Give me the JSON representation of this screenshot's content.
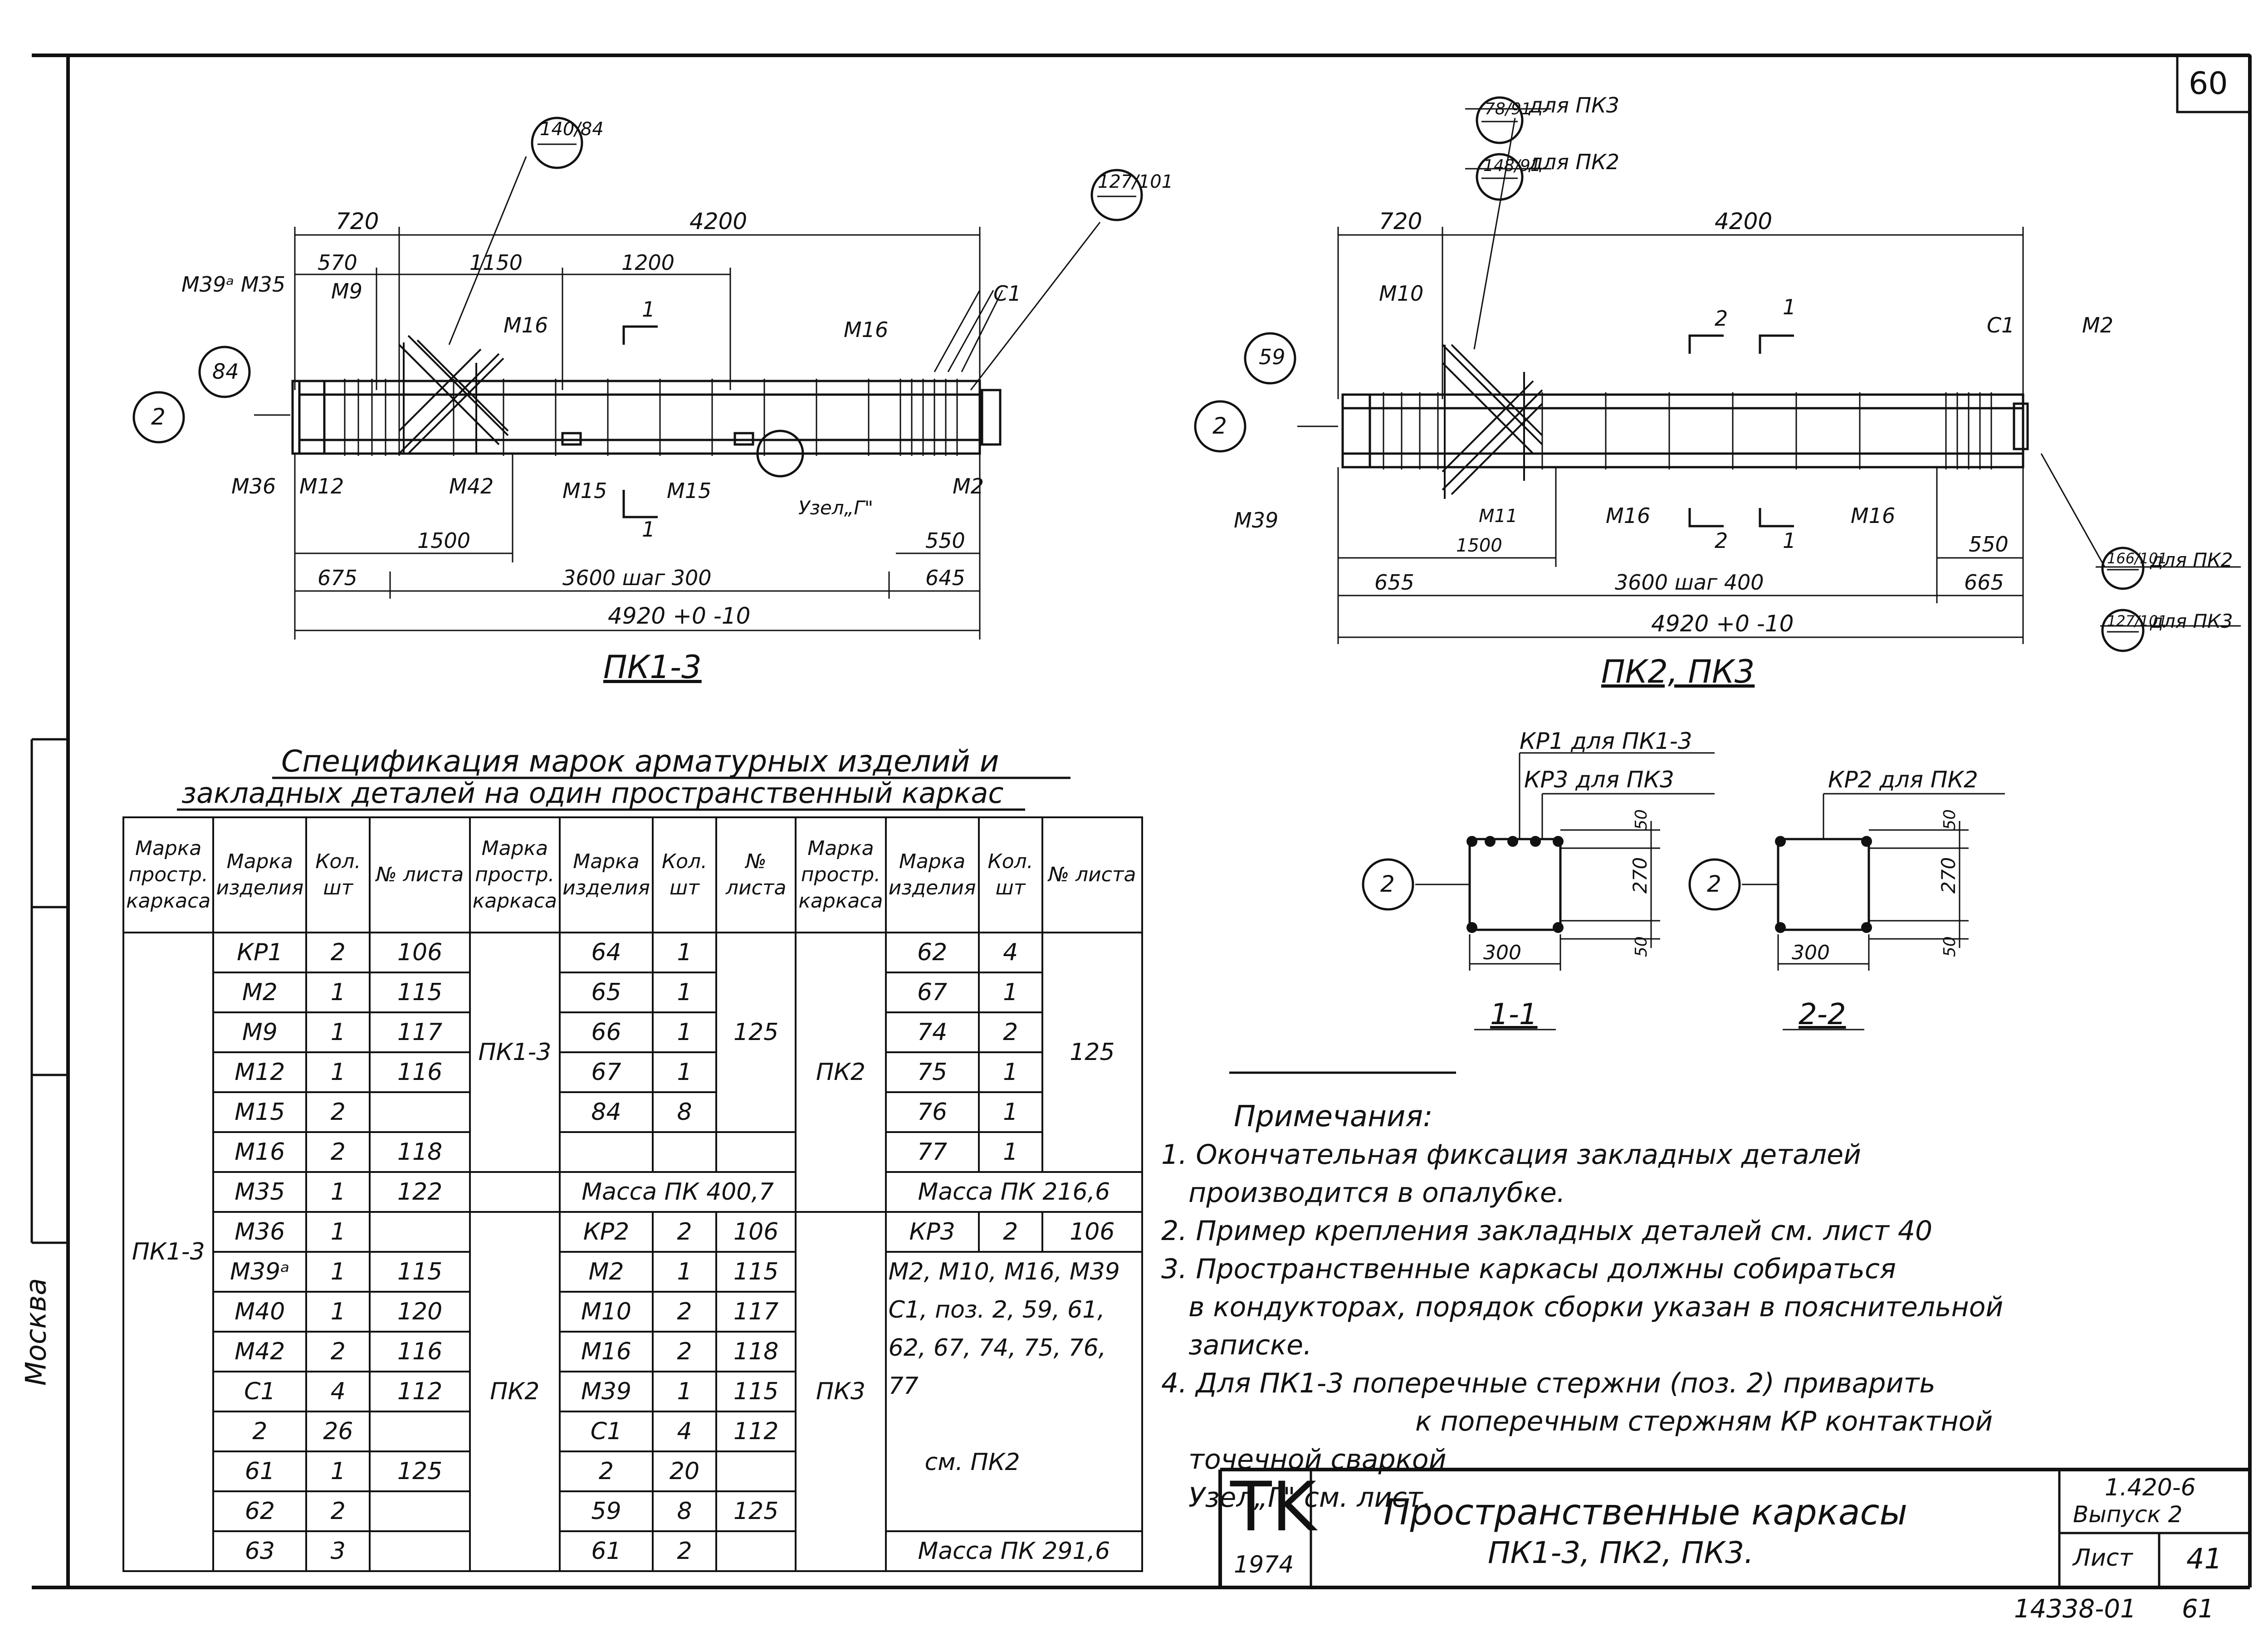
{
  "sheet": {
    "page_number": "60",
    "stamp_tk": "TK",
    "stamp_year": "1974",
    "title_line1": "Пространственные каркасы",
    "title_line2": "ПК1-3, ПК2, ПК3.",
    "series": "1.420-6",
    "issue": "Выпуск 2",
    "sheet_label": "Лист",
    "sheet_number": "41",
    "inventory_code": "14338-01",
    "inventory_page": "61",
    "left_margin_city": "Москва"
  },
  "drawing_left": {
    "caption": "ПК1-3",
    "dims": {
      "d720": "720",
      "d4200": "4200",
      "d570": "570",
      "d1150": "1150",
      "d1200": "1200",
      "d1500": "1500",
      "d550": "550",
      "d675": "675",
      "d3600": "3600 шаг 300",
      "d645": "645",
      "d4920": "4920 +0 -10"
    },
    "callout_top": "140/84",
    "callout_right": "127/101",
    "circle_84": "84",
    "circle_2": "2",
    "labels": {
      "m39a_m35": "М39ᵃ М35",
      "m9": "М9",
      "m16_a": "М16",
      "m16_b": "М16",
      "c1": "С1",
      "m36": "М36",
      "m12": "М12",
      "m42": "М42",
      "m15_a": "М15",
      "m15_b": "М15",
      "m2": "М2",
      "node_g": "Узел„Г\"",
      "section_1": "1"
    }
  },
  "drawing_right": {
    "caption": "ПК2, ПК3",
    "dims": {
      "d720": "720",
      "d4200": "4200",
      "d1500": "1500",
      "d550": "550",
      "d655": "655",
      "d3600": "3600 шаг 400",
      "d665": "665",
      "d4920": "4920 +0 -10"
    },
    "callout_pk3_top": "78/91",
    "callout_pk3_top_label": "для ПК3",
    "callout_pk2_top": "148/91",
    "callout_pk2_top_label": "для ПК2",
    "callout_pk2_bottom": "166/101",
    "callout_pk2_bottom_label": "для ПК2",
    "callout_pk3_bottom": "127/101",
    "callout_pk3_bottom_label": "для ПК3",
    "circle_59": "59",
    "circle_2": "2",
    "labels": {
      "m10": "М10",
      "c1": "С1",
      "m2": "М2",
      "m39": "М39",
      "m11": "М11",
      "m16_a": "М16",
      "m16_b": "М16",
      "section_2": "2",
      "section_1": "1"
    }
  },
  "sections": {
    "kp1_label": "КР1 для ПК1-3",
    "kp3_label": "КР3 для ПК3",
    "kp2_label": "КР2 для ПК2",
    "sec11": "1-1",
    "sec22": "2-2",
    "d300": "300",
    "d270": "270",
    "d50": "50",
    "circle_2": "2"
  },
  "spec": {
    "title_line1": "Спецификация марок арматурных изделий и",
    "title_line2": "закладных деталей на один пространственный каркас",
    "headers": {
      "frame": "Марка простр. каркаса",
      "item": "Марка изделия",
      "qty": "Кол. шт",
      "sheet": "№ листа"
    },
    "group1": {
      "frame": "ПК1-3",
      "rows": [
        [
          "КР1",
          "2",
          "106"
        ],
        [
          "М2",
          "1",
          "115"
        ],
        [
          "М9",
          "1",
          "117"
        ],
        [
          "М12",
          "1",
          "116"
        ],
        [
          "М15",
          "2",
          ""
        ],
        [
          "М16",
          "2",
          "118"
        ],
        [
          "М35",
          "1",
          "122"
        ],
        [
          "М36",
          "1",
          ""
        ],
        [
          "М39ᵃ",
          "1",
          "115"
        ],
        [
          "М40",
          "1",
          "120"
        ],
        [
          "М42",
          "2",
          "116"
        ],
        [
          "С1",
          "4",
          "112"
        ],
        [
          "2",
          "26",
          ""
        ],
        [
          "61",
          "1",
          "125"
        ],
        [
          "62",
          "2",
          ""
        ],
        [
          "63",
          "3",
          ""
        ]
      ]
    },
    "group2": {
      "frame_a": "ПК1-3",
      "rows_a": [
        [
          "64",
          "1"
        ],
        [
          "65",
          "1"
        ],
        [
          "66",
          "1"
        ],
        [
          "67",
          "1"
        ],
        [
          "84",
          "8"
        ]
      ],
      "sheet_a": "125",
      "mass_a": "Масса ПК 400,7",
      "frame_b": "ПК2",
      "rows_b": [
        [
          "КР2",
          "2",
          "106"
        ],
        [
          "М2",
          "1",
          "115"
        ],
        [
          "М10",
          "2",
          "117"
        ],
        [
          "М16",
          "2",
          "118"
        ],
        [
          "М39",
          "1",
          "115"
        ],
        [
          "С1",
          "4",
          "112"
        ],
        [
          "2",
          "20",
          ""
        ],
        [
          "59",
          "8",
          "125"
        ],
        [
          "61",
          "2",
          ""
        ]
      ]
    },
    "group3": {
      "frame_a": "ПК2",
      "rows_a": [
        [
          "62",
          "4"
        ],
        [
          "67",
          "1"
        ],
        [
          "74",
          "2"
        ],
        [
          "75",
          "1"
        ],
        [
          "76",
          "1"
        ],
        [
          "77",
          "1"
        ]
      ],
      "sheet_a": "125",
      "mass_a": "Масса ПК 216,6",
      "frame_b": "ПК3",
      "kp3_row": [
        "КР3",
        "2",
        "106"
      ],
      "text_b1": "М2, М10, М16, М39",
      "text_b2": "С1, поз. 2, 59, 61,",
      "text_b3": "62, 67, 74, 75, 76, 77",
      "text_b4": "см. ПК2",
      "mass_b": "Масса ПК 291,6"
    }
  },
  "notes": {
    "title": "Примечания:",
    "items": [
      "1. Окончательная фиксация закладных деталей",
      "производится в опалубке.",
      "2. Пример крепления закладных деталей см. лист 40",
      "3. Пространственные каркасы должны собираться",
      "в кондукторах, порядок сборки указан в пояснительной",
      "записке.",
      "4. Для ПК1-3 поперечные стержни (поз. 2) приварить",
      "к поперечным стержням КР контактной",
      "точечной сваркой",
      "Узел„Г\" см. лист."
    ]
  }
}
